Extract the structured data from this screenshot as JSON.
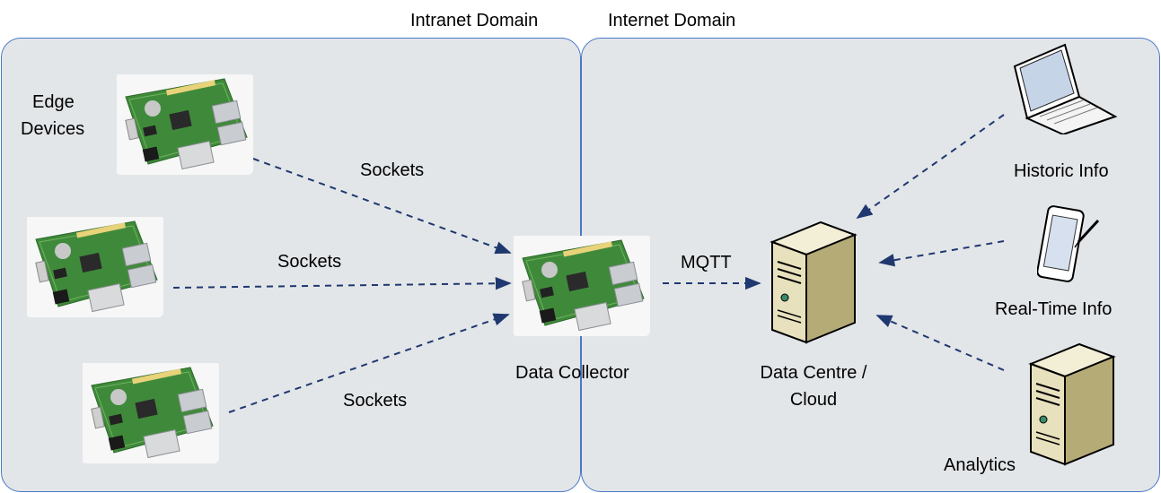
{
  "domains": {
    "intranet": "Intranet Domain",
    "internet": "Internet Domain"
  },
  "labels": {
    "edge_devices_line1": "Edge",
    "edge_devices_line2": "Devices",
    "sockets_top": "Sockets",
    "sockets_middle": "Sockets",
    "sockets_bottom": "Sockets",
    "mqtt": "MQTT",
    "data_collector": "Data Collector",
    "data_centre_line1": "Data Centre /",
    "data_centre_line2": "Cloud",
    "historic_info": "Historic Info",
    "real_time_info": "Real-Time Info",
    "analytics": "Analytics"
  },
  "icons": {
    "edge_device": "raspberry-pi-board-icon",
    "data_collector": "raspberry-pi-board-icon",
    "data_centre": "server-tower-icon",
    "historic_info": "laptop-icon",
    "real_time_info": "tablet-icon",
    "analytics": "server-tower-icon"
  },
  "colors": {
    "domain_fill": "#e3e6e8",
    "domain_border": "#4a78c8",
    "arrow": "#1f3870",
    "board_green": "#3f8a3a"
  }
}
